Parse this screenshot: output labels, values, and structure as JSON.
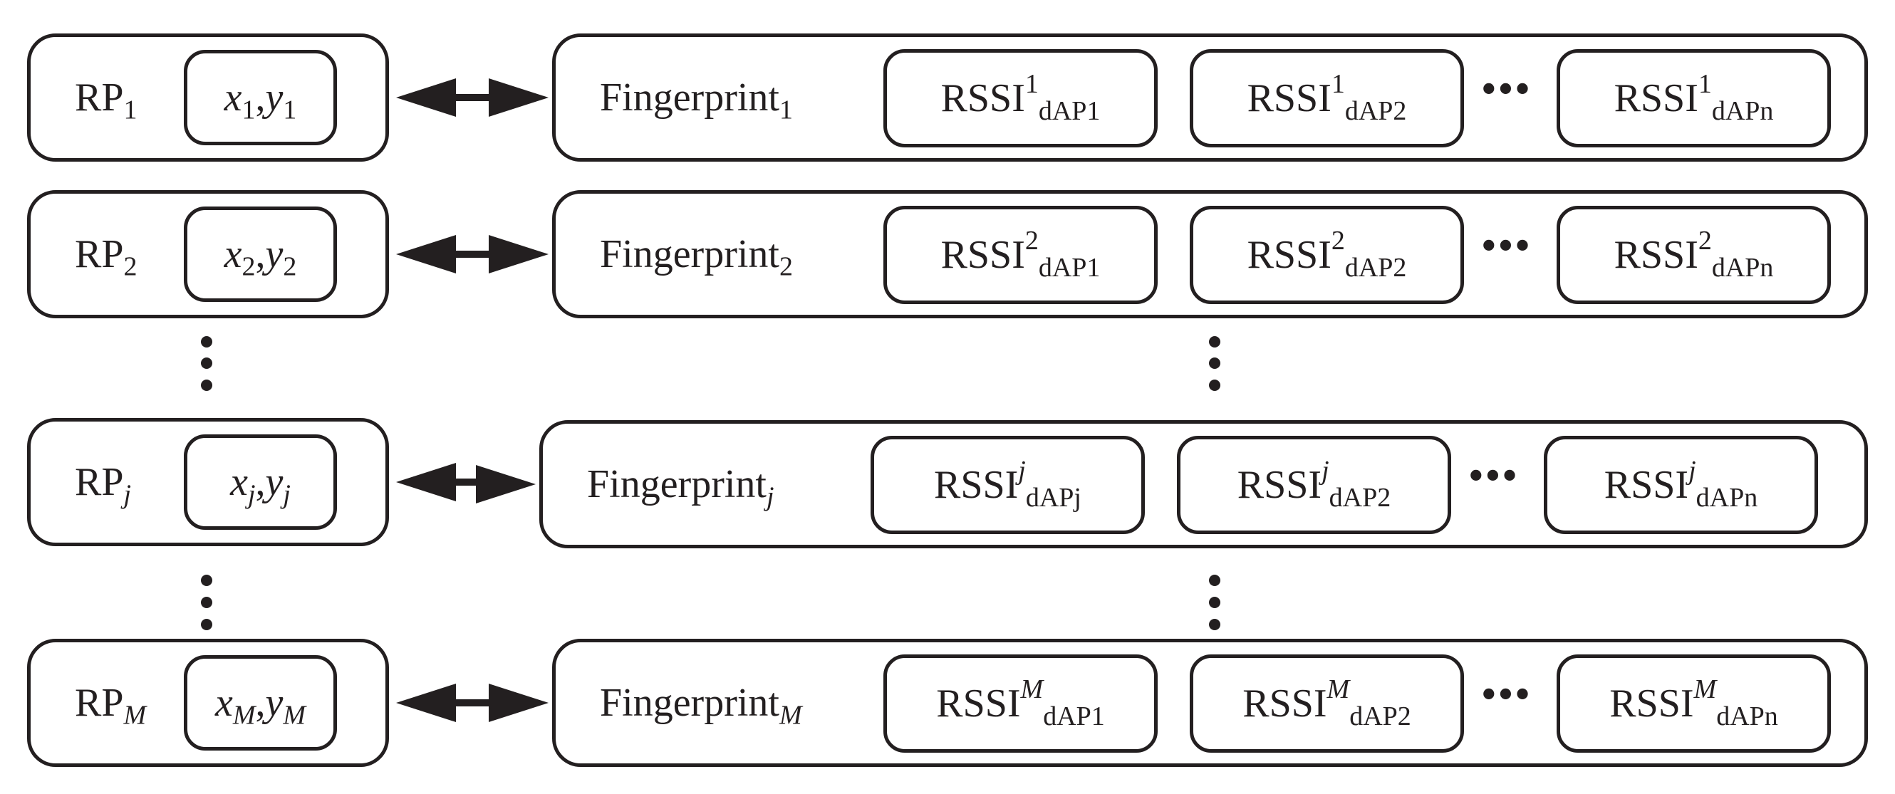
{
  "diagram": {
    "rows": [
      {
        "rp": {
          "main": "RP",
          "sub": "1"
        },
        "coord": {
          "x": "x",
          "xs": "1",
          "sep": ",",
          "y": "y",
          "ys": "1"
        },
        "fp": {
          "main": "Fingerprint",
          "sub": "1"
        },
        "rssi": [
          {
            "main": "RSSI",
            "sup": "1",
            "sub": "dAP1"
          },
          {
            "main": "RSSI",
            "sup": "1",
            "sub": "dAP2"
          },
          {
            "main": "RSSI",
            "sup": "1",
            "sub": "dAPn"
          }
        ],
        "ellipsis": "•••"
      },
      {
        "rp": {
          "main": "RP",
          "sub": "2"
        },
        "coord": {
          "x": "x",
          "xs": "2",
          "sep": ",",
          "y": "y",
          "ys": "2"
        },
        "fp": {
          "main": "Fingerprint",
          "sub": "2"
        },
        "rssi": [
          {
            "main": "RSSI",
            "sup": "2",
            "sub": "dAP1"
          },
          {
            "main": "RSSI",
            "sup": "2",
            "sub": "dAP2"
          },
          {
            "main": "RSSI",
            "sup": "2",
            "sub": "dAPn"
          }
        ],
        "ellipsis": "•••"
      },
      {
        "rp": {
          "main": "RP",
          "sub": "j"
        },
        "coord": {
          "x": "x",
          "xs": "j",
          "sep": ",",
          "y": "y",
          "ys": "j"
        },
        "fp": {
          "main": "Fingerprint",
          "sub": "j"
        },
        "rssi": [
          {
            "main": "RSSI",
            "sup": "j",
            "sub": "dAPj"
          },
          {
            "main": "RSSI",
            "sup": "j",
            "sub": "dAP2"
          },
          {
            "main": "RSSI",
            "sup": "j",
            "sub": "dAPn"
          }
        ],
        "ellipsis": "•••"
      },
      {
        "rp": {
          "main": "RP",
          "sub": "M"
        },
        "coord": {
          "x": "x",
          "xs": "M",
          "sep": ",",
          "y": "y",
          "ys": "M"
        },
        "fp": {
          "main": "Fingerprint",
          "sub": "M"
        },
        "rssi": [
          {
            "main": "RSSI",
            "sup": "M",
            "sub": "dAP1"
          },
          {
            "main": "RSSI",
            "sup": "M",
            "sub": "dAP2"
          },
          {
            "main": "RSSI",
            "sup": "M",
            "sub": "dAPn"
          }
        ],
        "ellipsis": "•••"
      }
    ]
  }
}
